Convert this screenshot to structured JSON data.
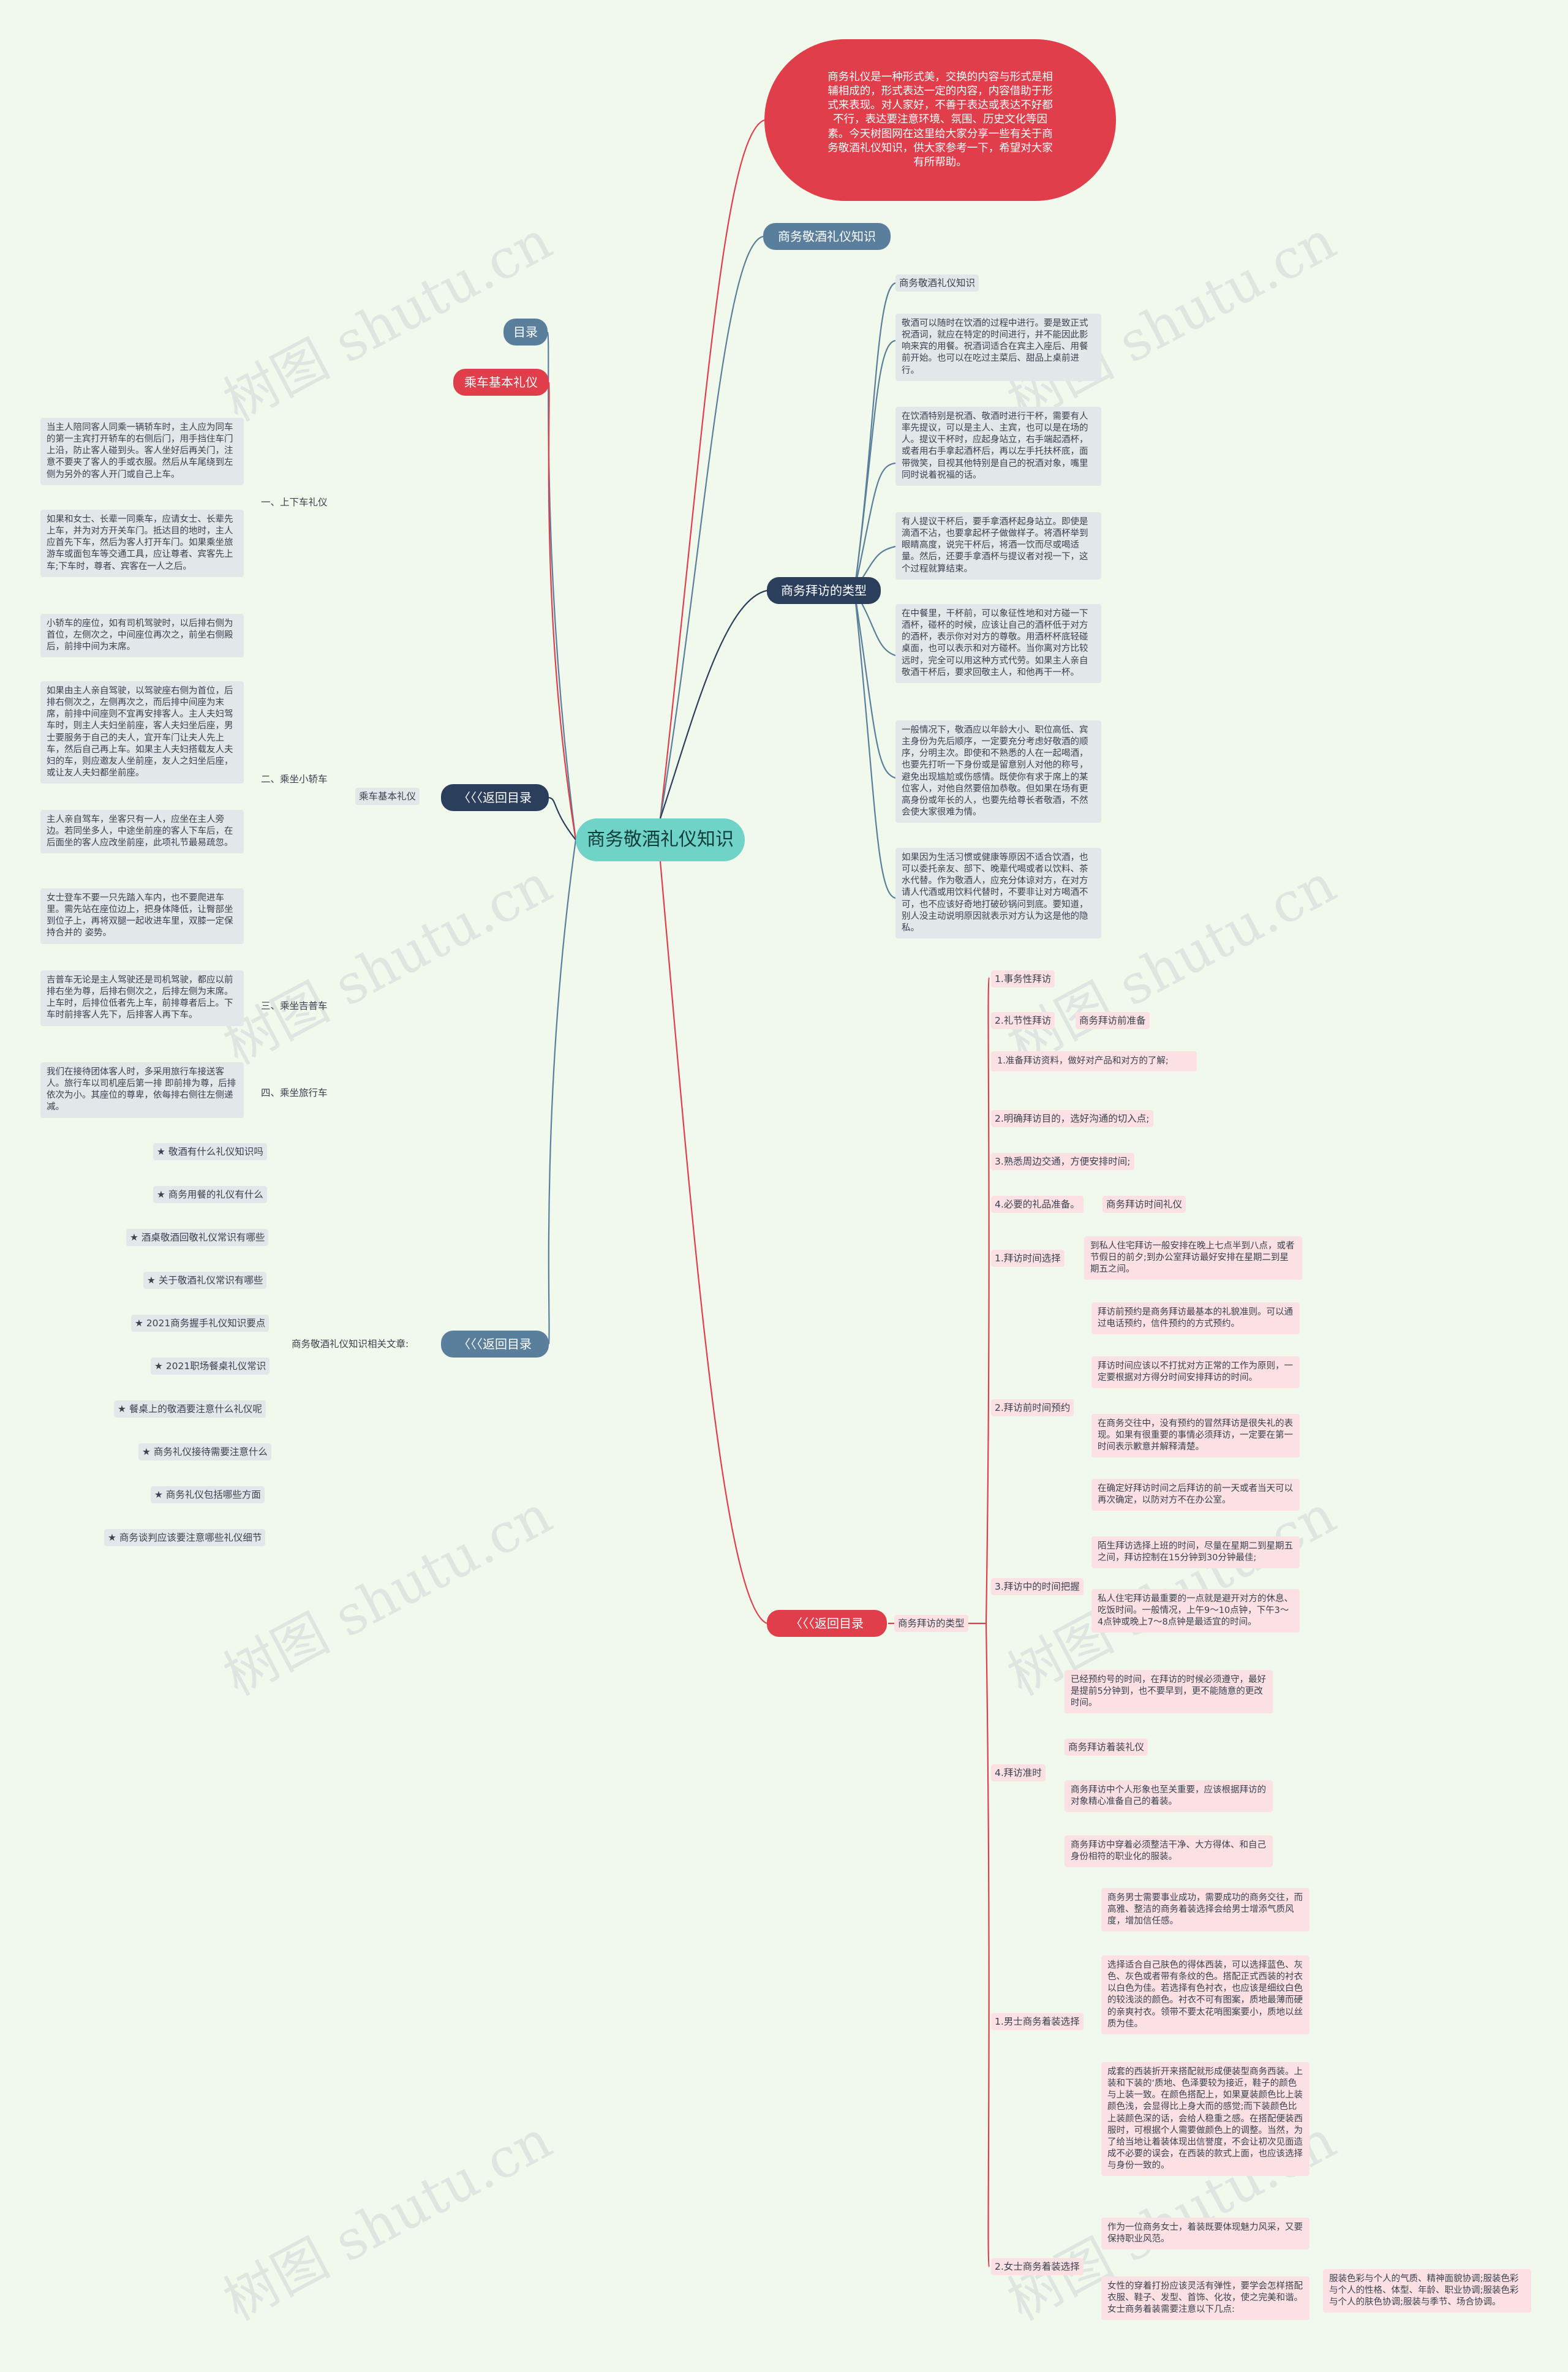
{
  "root": "商务敬酒礼仪知识",
  "intro": "商务礼仪是一种形式美，交换的内容与形式是相辅相成的，形式表达一定的内容，内容借助于形式来表现。对人家好，不善于表达或表达不好都不行，表达要注意环境、氛围、历史文化等因素。今天树图网在这里给大家分享一些有关于商务敬酒礼仪知识，供大家参考一下，希望对大家有所帮助。",
  "watermark": "树图 shutu.cn",
  "right": {
    "title_node": "商务敬酒礼仪知识",
    "toast_types": {
      "label": "商务拜访的类型",
      "items": [
        "商务敬酒礼仪知识",
        "敬酒可以随时在饮酒的过程中进行。要是致正式祝酒词，就应在特定的时间进行，并不能因此影响来宾的用餐。祝酒词适合在宾主入座后、用餐前开始。也可以在吃过主菜后、甜品上桌前进行。",
        "在饮酒特别是祝酒、敬酒时进行干杯，需要有人率先提议，可以是主人、主宾，也可以是在场的人。提议干杯时，应起身站立，右手端起酒杯，或者用右手拿起酒杯后，再以左手托扶杯底，面带微笑，目视其他特别是自己的祝酒对象，嘴里同时说着祝福的话。",
        "有人提议干杯后，要手拿酒杯起身站立。即使是滴酒不沾，也要拿起杯子做做样子。将酒杯举到眼睛高度，说完干杯后，将酒一饮而尽或喝适量。然后，还要手拿酒杯与提议者对视一下，这个过程就算结束。",
        "在中餐里，干杯前，可以象征性地和对方碰一下酒杯，碰杯的时候，应该让自己的酒杯低于对方的酒杯，表示你对对方的尊敬。用酒杯杯底轻碰桌面，也可以表示和对方碰杯。当你离对方比较远时，完全可以用这种方式代劳。如果主人亲自敬酒干杯后，要求回敬主人，和他再干一杯。",
        "一般情况下，敬酒应以年龄大小、职位高低、宾主身份为先后顺序，一定要充分考虑好敬酒的顺序，分明主次。即使和不熟悉的人在一起喝酒，也要先打听一下身份或是留意别人对他的称号，避免出现尴尬或伤感情。既使你有求于席上的某位客人，对他自然要倍加恭敬。但如果在场有更高身份或年长的人，也要先给尊长者敬酒，不然会使大家很难为情。",
        "如果因为生活习惯或健康等原因不适合饮酒，也可以委托亲友、部下、晚辈代喝或者以饮料、茶水代替。作为敬酒人，应充分体谅对方，在对方请人代酒或用饮料代替时，不要非让对方喝酒不可，也不应该好奇地打破砂锅问到底。要知道，别人没主动说明原因就表示对方认为这是他的隐私。"
      ]
    },
    "visit": {
      "label": "〈〈〈返回目录",
      "sub": "商务拜访的类型",
      "items": [
        {
          "label": "1.事务性拜访",
          "children": []
        },
        {
          "label": "2.礼节性拜访",
          "children": [
            "商务拜访前准备"
          ]
        },
        {
          "label": "1.准备拜访资料，做好对产品和对方的了解;",
          "children": []
        },
        {
          "label": "2.明确拜访目的，选好沟通的切入点;",
          "children": []
        },
        {
          "label": "3.熟悉周边交通，方便安排时间;",
          "children": []
        },
        {
          "label": "4.必要的礼品准备。",
          "children": [
            "商务拜访时间礼仪"
          ]
        },
        {
          "label": "1.拜访时间选择",
          "children": [
            "到私人住宅拜访一般安排在晚上七点半到八点，或者节假日的前夕;到办公室拜访最好安排在星期二到星期五之间。"
          ]
        },
        {
          "label": "2.拜访前时间预约",
          "children": [
            "拜访前预约是商务拜访最基本的礼貌准则。可以通过电话预约，信件预约的方式预约。",
            "拜访时间应该以不打扰对方正常的工作为原则，一定要根据对方得分时间安排拜访的时间。",
            "在商务交往中，没有预约的冒然拜访是很失礼的表现。如果有很重要的事情必须拜访，一定要在第一时间表示歉意并解释清楚。",
            "在确定好拜访时间之后拜访的前一天或者当天可以再次确定，以防对方不在办公室。"
          ]
        },
        {
          "label": "3.拜访中的时间把握",
          "children": [
            "陌生拜访选择上班的时间，尽量在星期二到星期五之间，拜访控制在15分钟到30分钟最佳;",
            "私人住宅拜访最重要的一点就是避开对方的休息、吃饭时间。一般情况，上午9～10点钟，下午3～4点钟或晚上7～8点钟是最适宜的时间。"
          ]
        },
        {
          "label": "4.拜访准时",
          "children": [
            "已经预约号的时间，在拜访的时候必须遵守，最好是提前5分钟到，也不要早到，更不能随意的更改时间。",
            "商务拜访着装礼仪",
            "商务拜访中个人形象也至关重要，应该根据拜访的对象精心准备自己的着装。",
            "商务拜访中穿着必须整洁干净、大方得体、和自己身份相符的职业化的服装。"
          ]
        },
        {
          "label": "1.男士商务着装选择",
          "children": [
            "商务男士需要事业成功，需要成功的商务交往，而高雅、整洁的商务着装选择会给男士增添气质风度，增加信任感。",
            "选择适合自己肤色的得体西装，可以选择蓝色、灰色、灰色或者带有条纹的色。搭配正式西装的衬衣以白色为佳。若选择有色衬衣，也应该是细纹白色的较浅淡的颜色。衬衣不可有图案，质地最薄而硬的亲爽衬衣。领带不要太花哨图案要小，质地以丝质为佳。",
            "成套的西装折开来搭配就形成便装型商务西装。上装和下装的‘质地、色泽要较为接近，鞋子的颜色与上装一致。在颜色搭配上，如果夏装颜色比上装颜色浅，会显得比上身大而的感觉;而下装颜色比上装颜色深的话，会给人稳重之感。在搭配便装西服时，可根据个人需要做颜色上的调整。当然，为了给当地让着装体现出信誉度，不会让初次见面造成不必要的误会，在西装的款式上面，也应该选择与身份一致的。"
          ]
        },
        {
          "label": "2.女士商务着装选择",
          "children": [
            "作为一位商务女士，着装既要体现魅力风采，又要保持职业风范。",
            "女性的穿着打扮应该灵活有弹性，要学会怎样搭配衣服、鞋子、发型、首饰、化妆，使之完美和谐。女士商务着装需要注意以下几点:"
          ],
          "extra": "服装色彩与个人的气质、精神面貌协调;服装色彩与个人的性格、体型、年龄、职业协调;服装色彩与个人的肤色协调;服装与季节、场合协调。"
        }
      ]
    }
  },
  "left": {
    "toc": "目录",
    "car": "乘车基本礼仪",
    "back1": {
      "label": "〈〈〈返回目录",
      "sub": "乘车基本礼仪",
      "groups": [
        {
          "label": "一、上下车礼仪",
          "items": [
            "当主人陪同客人同乘一辆轿车时，主人应为同车的第一主宾打开轿车的右侧后门，用手挡住车门上沿，防止客人碰到头。客人坐好后再关门，注意不要夹了客人的手或衣服。然后从车尾绕到左侧为另外的客人开门或自己上车。",
            "如果和女士、长辈一同乘车，应请女士、长辈先上车，并为对方开关车门。抵达目的地时，主人应首先下车，然后为客人打开车门。如果乘坐旅游车或面包车等交通工具，应让尊者、宾客先上车;下车时，尊者、宾客在一人之后。"
          ]
        },
        {
          "label": "二、乘坐小轿车",
          "items": [
            "小轿车的座位，如有司机驾驶时，以后排右侧为首位，左侧次之，中间座位再次之，前坐右侧殿后，前排中间为末席。",
            "如果由主人亲自驾驶，以驾驶座右侧为首位，后排右侧次之，左侧再次之，而后排中间座为末席，前排中间座则不宜再安排客人。主人夫妇驾车时，则主人夫妇坐前座，客人夫妇坐后座，男士要服务于自己的夫人，宜开车门让夫人先上车，然后自己再上车。如果主人夫妇搭载友人夫妇的车，则应邀友人坐前座，友人之妇坐后座，或让友人夫妇都坐前座。",
            "主人亲自驾车，坐客只有一人，应坐在主人旁边。若同坐多人，中途坐前座的客人下车后，在后面坐的客人应改坐前座，此项礼节最易疏忽。",
            "女士登车不要一只先踏入车内，也不要爬进车里。需先站在座位边上，把身体降低，让臀部坐到位子上，再将双腿一起收进车里，双膝一定保持合并的 姿势。"
          ]
        },
        {
          "label": "三、乘坐吉普车",
          "items": [
            "吉普车无论是主人驾驶还是司机驾驶，都应以前排右坐为尊，后排右侧次之，后排左侧为末席。上车时，后排位低者先上车，前排尊者后上。下车时前排客人先下，后排客人再下车。"
          ]
        },
        {
          "label": "四、乘坐旅行车",
          "items": [
            "我们在接待团体客人时，多采用旅行车接送客人。旅行车以司机座后第一排 即前排为尊，后排依次为小。其座位的尊卑，依每排右侧往左侧递减。"
          ]
        }
      ]
    },
    "back2": {
      "label": "〈〈〈返回目录",
      "sub": "商务敬酒礼仪知识相关文章:",
      "items": [
        "★ 敬酒有什么礼仪知识吗",
        "★ 商务用餐的礼仪有什么",
        "★ 酒桌敬酒回敬礼仪常识有哪些",
        "★ 关于敬酒礼仪常识有哪些",
        "★ 2021商务握手礼仪知识要点",
        "★ 2021职场餐桌礼仪常识",
        "★ 餐桌上的敬酒要注意什么礼仪呢",
        "★ 商务礼仪接待需要注意什么",
        "★ 商务礼仪包括哪些方面",
        "★ 商务谈判应该要注意哪些礼仪细节"
      ]
    }
  },
  "colors": {
    "background": "#f1f8ec",
    "root": "#6fd3c7",
    "intro": "#e03e4a",
    "steel_blue": "#5a7f9c",
    "navy": "#2b3e5c",
    "red": "#e03e4a",
    "grey_box": "#e2e7ea",
    "pink_box": "#fce1e4"
  }
}
